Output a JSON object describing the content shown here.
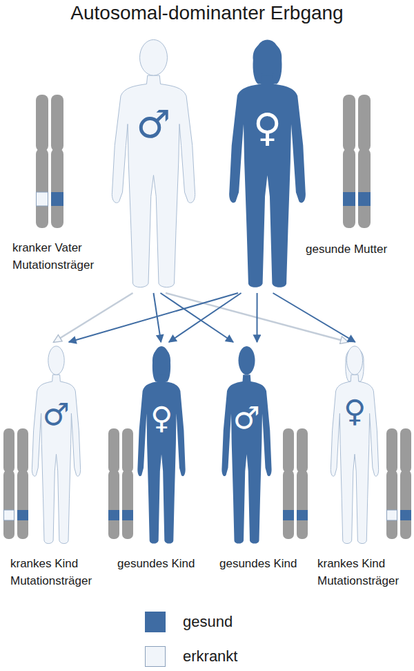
{
  "diagram": {
    "title": "Autosomal-dominanter Erbgang",
    "nodes": [
      {
        "text": [
          "♂",
          "kranker Vater Mutationsträger"
        ]
      },
      {
        "text": [
          "♀",
          "gesunde Mutter"
        ]
      },
      {
        "text": [
          "♂",
          "krankes Kind Mutationsträger"
        ]
      },
      {
        "text": [
          "♀",
          "gesundes Kind"
        ]
      },
      {
        "text": [
          "♂",
          "gesundes Kind"
        ]
      },
      {
        "text": [
          "♀",
          "krankes Kind Mutationsträger"
        ]
      }
    ],
    "edges": [
      {
        "from": 0,
        "to": 2,
        "arrow": "to"
      },
      {
        "from": 0,
        "to": 3,
        "arrow": "to"
      },
      {
        "from": 0,
        "to": 4,
        "arrow": "to"
      },
      {
        "from": 0,
        "to": 5,
        "arrow": "to"
      },
      {
        "from": 1,
        "to": 2,
        "arrow": "to"
      },
      {
        "from": 1,
        "to": 3,
        "arrow": "to"
      },
      {
        "from": 1,
        "to": 4,
        "arrow": "to"
      },
      {
        "from": 1,
        "to": 5,
        "arrow": "to"
      }
    ],
    "legend": [
      {
        "text": "gesund",
        "color": "#3f6ca3"
      },
      {
        "text": "erkrankt",
        "color": "#f1f5fa"
      }
    ]
  }
}
